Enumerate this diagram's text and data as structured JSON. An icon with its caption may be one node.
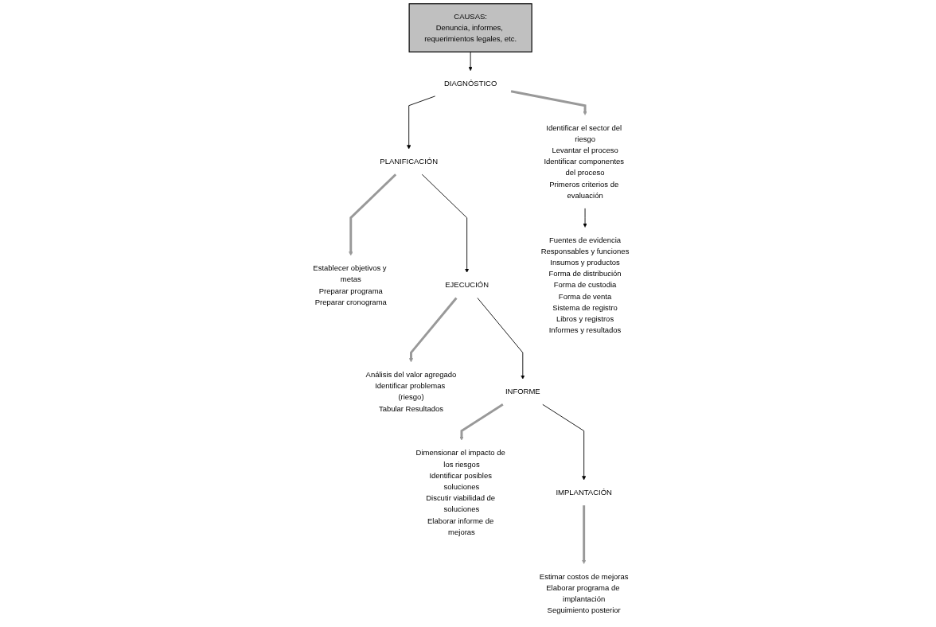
{
  "diagram": {
    "nodes": [
      {
        "text": [
          "CAUSAS:",
          "Denuncia, informes, requerimientos legales, etc."
        ]
      },
      {
        "text": [
          "DIAGNÓSTICO"
        ]
      },
      {
        "text": [
          "Identificar el sector del riesgo",
          "Levantar el proceso",
          "Identificar componentes del proceso",
          "Primeros criterios de evaluación"
        ]
      },
      {
        "text": [
          "PLANIFICACIÓN"
        ]
      },
      {
        "text": [
          "Establecer objetivos y metas",
          "Preparar programa",
          "Preparar cronograma"
        ]
      },
      {
        "text": [
          "EJECUCIÓN"
        ]
      },
      {
        "text": [
          "Análisis del valor agregado",
          "Identificar problemas (riesgo)",
          "Tabular Resultados"
        ]
      },
      {
        "text": [
          "INFORME"
        ]
      },
      {
        "text": [
          "Dimensionar el impacto de los riesgos",
          "Identificar posibles soluciones",
          "Discutir viabilidad de soluciones",
          "Elaborar informe de mejoras"
        ]
      },
      {
        "text": [
          "IMPLANTACIÓN"
        ]
      },
      {
        "text": [
          "Estimar costos de mejoras",
          "Elaborar programa de implantación",
          "Seguimiento posterior"
        ]
      },
      {
        "text": [
          "Fuentes de evidencia",
          "Responsables y funciones",
          "Insumos y productos",
          "Forma de distribución",
          "Forma de custodia",
          "Forma de venta",
          "Sistema de registro",
          "Libros y registros",
          "Informes y resultados"
        ]
      }
    ],
    "edges": [
      {
        "from": 0,
        "to": 1,
        "arrow": "to"
      },
      {
        "from": 1,
        "to": 2,
        "arrow": "to",
        "style": "thick",
        "color": "#999999"
      },
      {
        "from": 1,
        "to": 3,
        "arrow": "to"
      },
      {
        "from": 3,
        "to": 4,
        "arrow": "to",
        "style": "thick",
        "color": "#999999"
      },
      {
        "from": 3,
        "to": 5,
        "arrow": "to"
      },
      {
        "from": 5,
        "to": 6,
        "arrow": "to",
        "style": "thick",
        "color": "#999999"
      },
      {
        "from": 5,
        "to": 7,
        "arrow": "to"
      },
      {
        "from": 7,
        "to": 8,
        "arrow": "to",
        "style": "thick",
        "color": "#999999"
      },
      {
        "from": 7,
        "to": 9,
        "arrow": "to"
      },
      {
        "from": 9,
        "to": 10,
        "arrow": "to",
        "style": "thick",
        "color": "#999999"
      },
      {
        "from": 2,
        "to": 11,
        "arrow": "to"
      }
    ]
  }
}
